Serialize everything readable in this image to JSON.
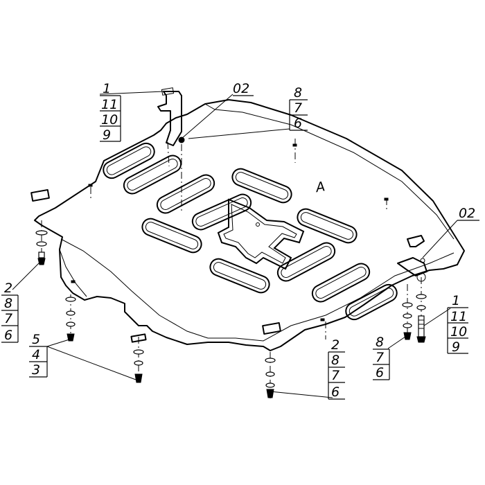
{
  "callouts": {
    "top_left": [
      "1",
      "11",
      "10",
      "9"
    ],
    "top_center": [
      "02"
    ],
    "top_right": [
      "8",
      "7",
      "6"
    ],
    "right_bracket": [
      "02"
    ],
    "right_bolt": [
      "1",
      "11",
      "10",
      "9"
    ],
    "right_mid": [
      "8",
      "7",
      "6"
    ],
    "bottom_center": [
      "2",
      "8",
      "7",
      "6"
    ],
    "left": [
      "2",
      "8",
      "7",
      "6"
    ],
    "bottom_left": [
      "5",
      "4",
      "3"
    ]
  },
  "marks": {
    "plate_letter": "A"
  }
}
